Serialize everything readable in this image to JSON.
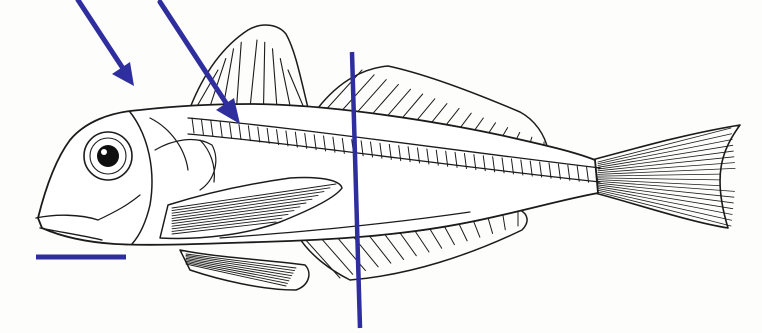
{
  "figure": {
    "annotation_color": "#2e2e9e",
    "ink_color": "#1b1b1b",
    "background_color": "#fdfdfb",
    "shapes": [
      "fish-body",
      "fish-eye",
      "vertebral-column",
      "first-dorsal-fin",
      "second-dorsal-fin",
      "pectoral-fin",
      "pelvic-fin",
      "anal-fin",
      "caudal-fin",
      "arrow-annotation",
      "arrow-annotation",
      "vertical-line-annotation",
      "scale-bar"
    ]
  }
}
